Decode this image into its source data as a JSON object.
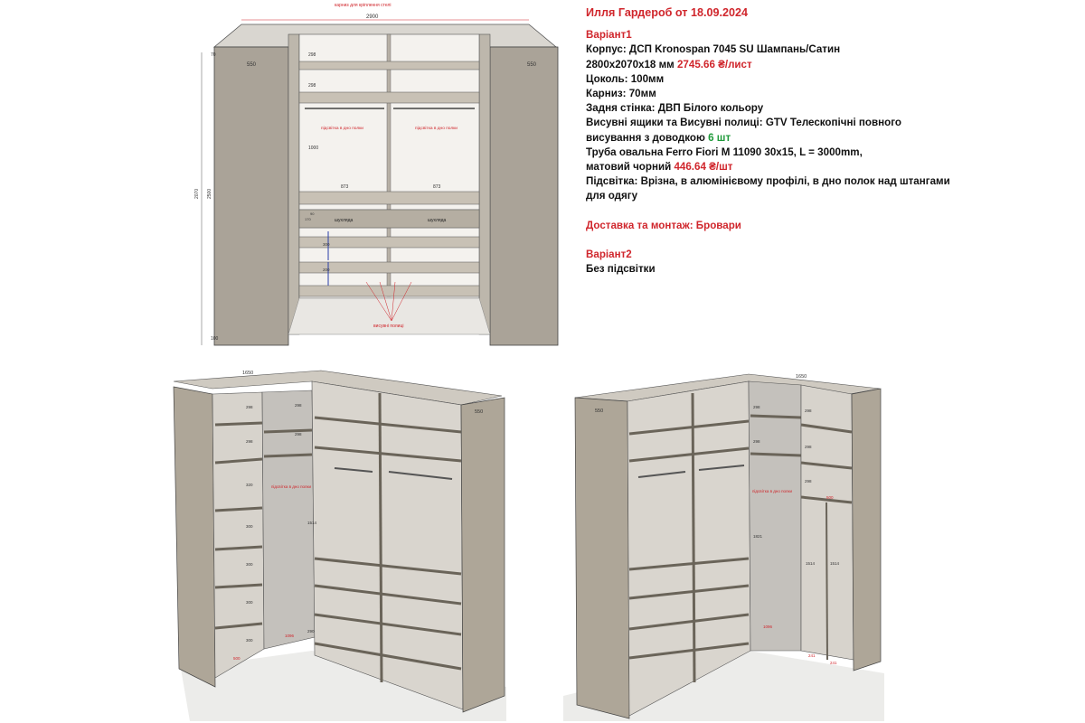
{
  "spec": {
    "title": "Илля Гардероб от 18.09.2024",
    "variant1_heading": "Варіант1",
    "l1": "Корпус: ДСП Kronospan 7045 SU Шампань/Сатин",
    "l2a": "2800x2070x18 мм ",
    "l2b": "2745.66 ₴/лист",
    "l3": "Цоколь: 100мм",
    "l4": "Карниз: 70мм",
    "l5": "Задня стінка: ДВП Білого кольору",
    "l6": "Висувні ящики та Висувні полиці: GTV Телескопічні повного",
    "l7a": "висування з доводкою ",
    "l7b": "6 шт",
    "l8": "Труба овальна Ferro Fiori M 11090 30x15, L = 3000mm,",
    "l9a": "матовий чорний ",
    "l9b": "446.64 ₴/шт",
    "l10": "Підсвітка: Врізна, в алюмінієвому профілі, в дно полок над штангами",
    "l11": "для одягу",
    "delivery": "Доставка та монтаж: Бровари",
    "variant2_heading": "Варіант2",
    "variant2_text": "Без підсвітки"
  },
  "front": {
    "top_note": "карниз для кріплення стелі",
    "width": "2900",
    "depth_left": "550",
    "depth_right": "550",
    "height_total": "2070",
    "height_inner": "2500",
    "plinth": "100",
    "cornice": "70",
    "shelf1": "298",
    "shelf2": "298",
    "rod_h": "1000",
    "light_left": "підсвітка в дно полки",
    "light_right": "підсвітка в дно полки",
    "w_left": "873",
    "w_right": "873",
    "drawer_left": "шухляда",
    "drawer_right": "шухляда",
    "d1": "170",
    "d2": "90",
    "sh1": "300",
    "sh2": "200",
    "pullout": "висувні полиці"
  },
  "left3d": {
    "width": "1650",
    "depth": "550",
    "s1": "298",
    "s2": "298",
    "s3": "298",
    "s4": "298",
    "h1": "320",
    "h2": "300",
    "h3": "300",
    "h4": "300",
    "h5": "300",
    "h6": "290",
    "rod": "1514",
    "light": "підсвітка в дно полки",
    "bottom": "1096",
    "foot": "500"
  },
  "right3d": {
    "width": "1650",
    "depth": "550",
    "s1": "298",
    "s2": "298",
    "s3": "298",
    "s4": "298",
    "s5": "298",
    "rod": "1821",
    "light": "підсвітка в дно полки",
    "h1": "1514",
    "h2": "1514",
    "w1": "500",
    "bottom": "1096",
    "f1": "241",
    "f2": "241"
  }
}
